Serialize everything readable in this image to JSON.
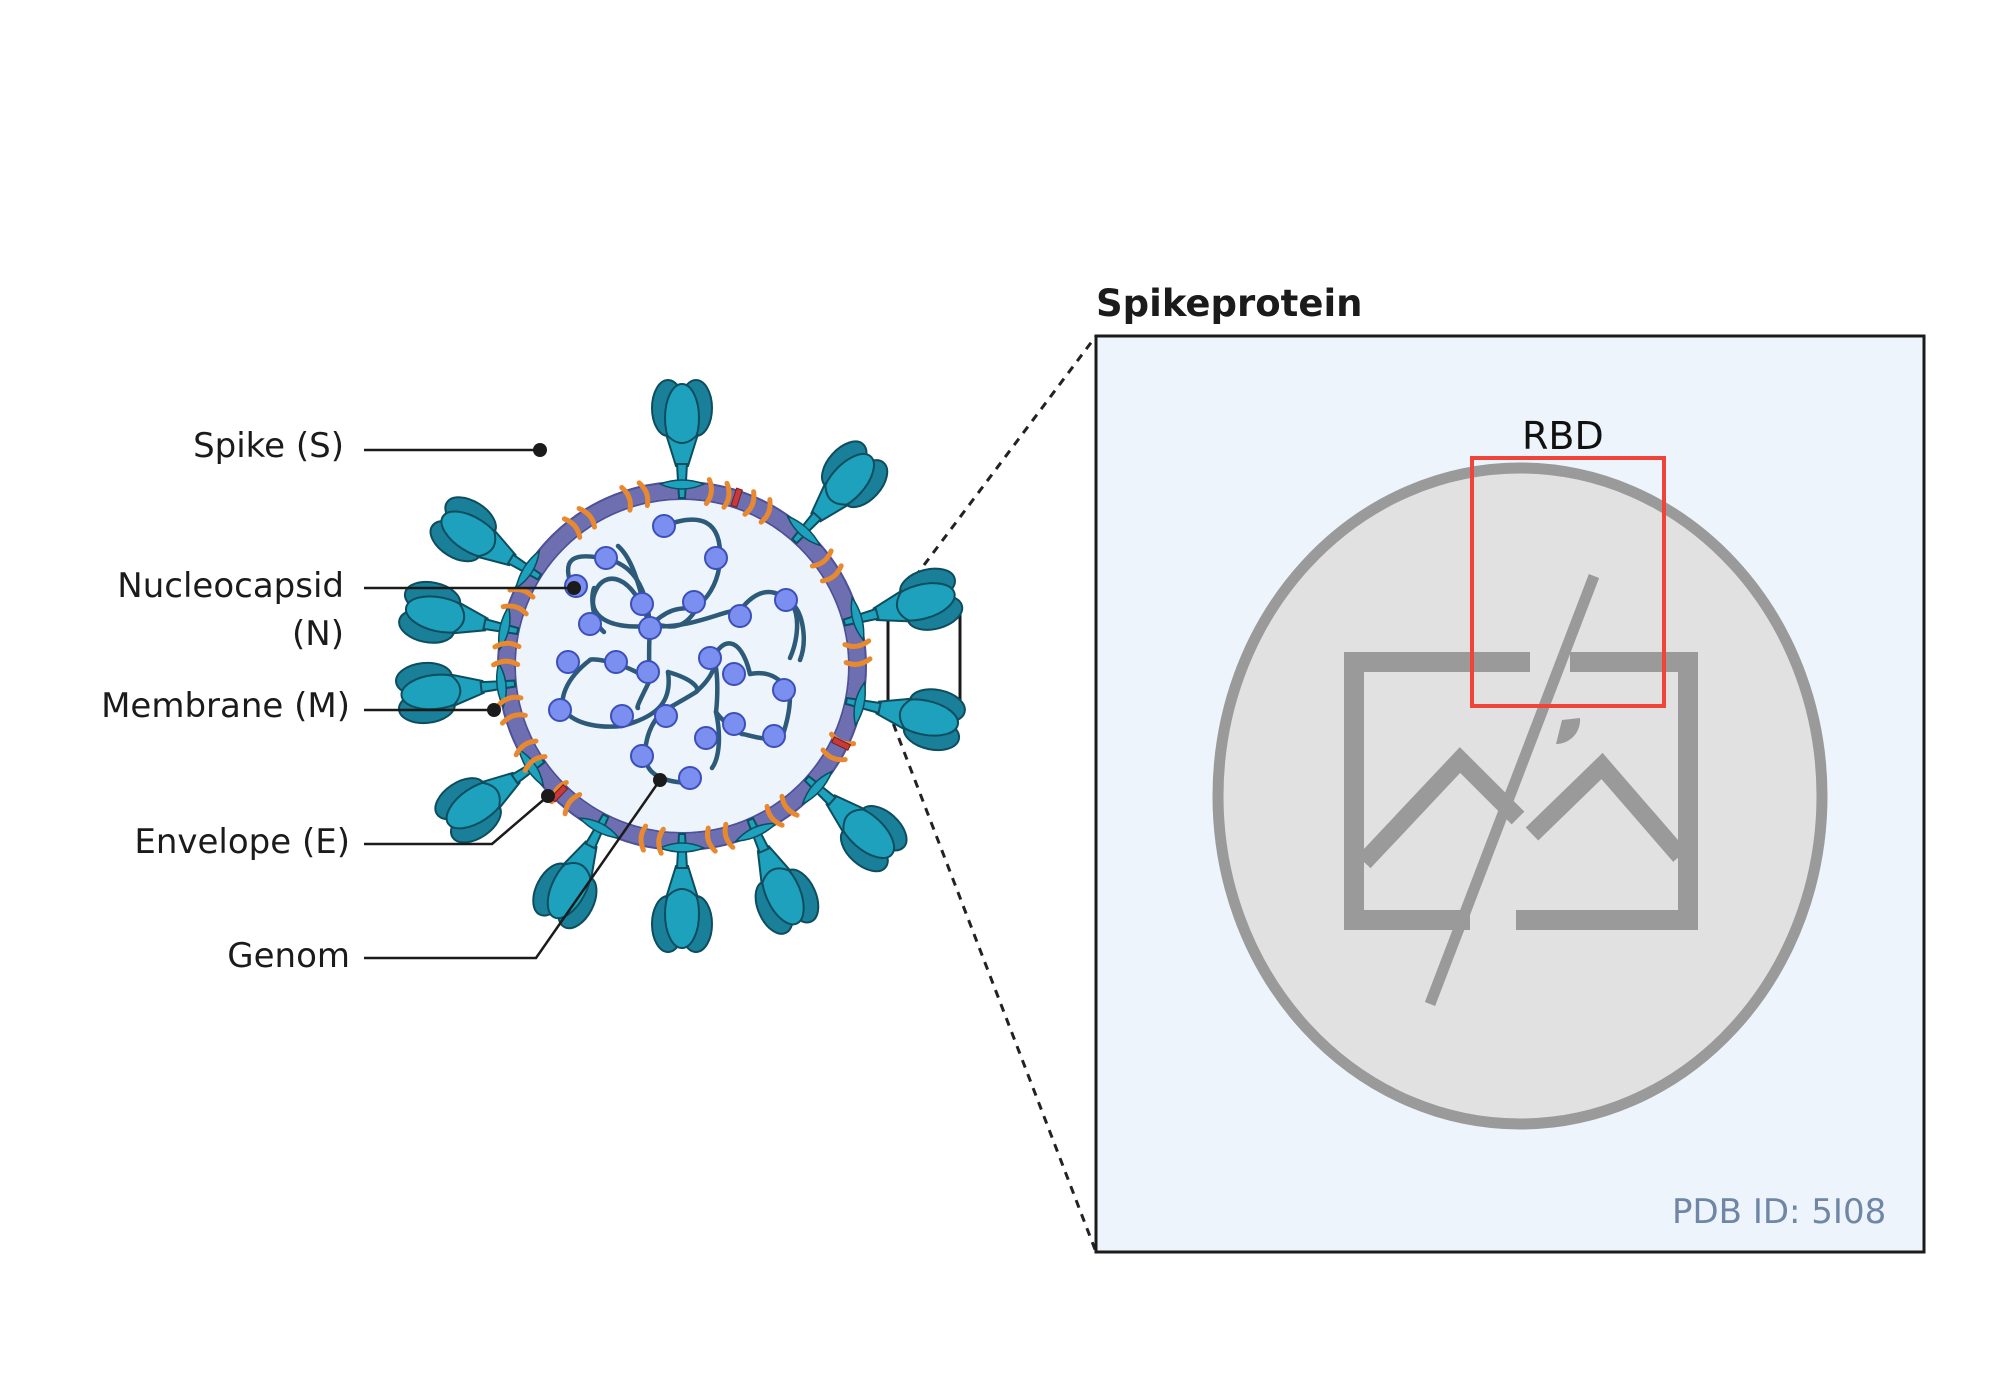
{
  "labels": {
    "spike": "Spike (S)",
    "nucleocapsid_line1": "Nucleocapsid",
    "nucleocapsid_line2": "(N)",
    "membrane": "Membrane (M)",
    "envelope": "Envelope (E)",
    "genome": "Genom"
  },
  "inset": {
    "title": "Spikeprotein",
    "region_label": "RBD",
    "pdb_id": "PDB ID: 5I08"
  },
  "colors": {
    "envelope_ring": "#6d6fb0",
    "capsid_fill": "#edf4fc",
    "spike": "#1ea1bd",
    "spike_dark": "#1a7f99",
    "membrane_protein": "#e8892f",
    "envelope_protein": "#c73a3a",
    "nucleocapsid_bead": "#7b8ff0",
    "genome_strand": "#2c5a78",
    "inset_background": "#edf4fc",
    "rbd_box": "#f0443a",
    "placeholder_gray": "#9a9a9a"
  }
}
